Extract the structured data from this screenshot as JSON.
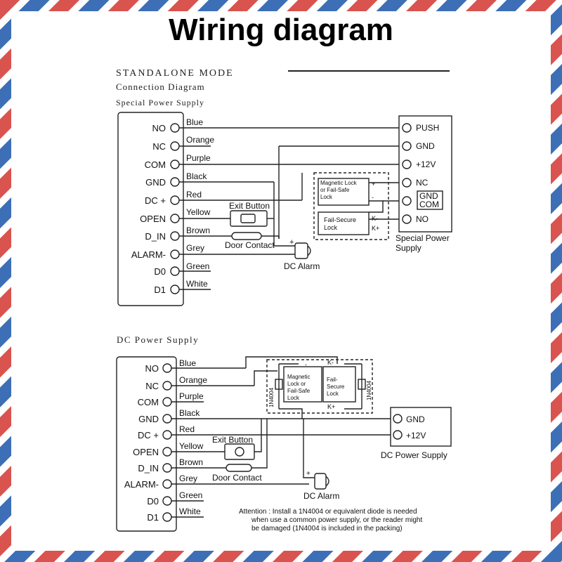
{
  "page_title": "Wiring diagram",
  "colors": {
    "stripe_red": "#d9534f",
    "stripe_blue": "#3d6fb6",
    "line": "#222222"
  },
  "standalone": {
    "heading": "STANDALONE MODE",
    "subheading": "Connection Diagram",
    "supply_heading": "Special Power Supply",
    "terminals": [
      "NO",
      "NC",
      "COM",
      "GND",
      "DC +",
      "OPEN",
      "D_IN",
      "ALARM-",
      "D0",
      "D1"
    ],
    "wires": [
      "Blue",
      "Orange",
      "Purple",
      "Black",
      "Red",
      "Yellow",
      "Brown",
      "Grey",
      "Green",
      "White"
    ],
    "exit_button": "Exit Button",
    "door_contact": "Door Contact",
    "alarm": "DC Alarm",
    "magnetic_lock": "Magnetic Lock or Fail-Safe Lock",
    "fail_secure_lock": "Fail-Secure Lock",
    "supply_terminals": [
      "PUSH",
      "GND",
      "+12V",
      "NC",
      "GND COM",
      "NO"
    ],
    "supply_label": "Special Power Supply",
    "plus": "+",
    "minus": "-",
    "k_minus": "K-",
    "k_plus": "K+"
  },
  "dc": {
    "heading": "DC Power Supply",
    "terminals": [
      "NO",
      "NC",
      "COM",
      "GND",
      "DC +",
      "OPEN",
      "D_IN",
      "ALARM-",
      "D0",
      "D1"
    ],
    "wires": [
      "Blue",
      "Orange",
      "Purple",
      "Black",
      "Red",
      "Yellow",
      "Brown",
      "Grey",
      "Green",
      "White"
    ],
    "exit_button": "Exit Button",
    "door_contact": "Door Contact",
    "alarm": "DC Alarm",
    "magnetic_lock": "Magnetic Lock or Fail-Safe Lock",
    "fail_secure_lock": "Fail-Secure Lock",
    "diode": "1N4004",
    "supply_terminals": [
      "GND",
      "+12V"
    ],
    "supply_label": "DC Power Supply",
    "attention_1": "Attention : Install a 1N4004 or equivalent diode is needed",
    "attention_2": "when use a common power supply, or the reader might",
    "attention_3": "be damaged (1N4004 is included in the packing)",
    "plus": "+",
    "minus": "-",
    "k_minus": "K-",
    "k_plus": "K+"
  }
}
